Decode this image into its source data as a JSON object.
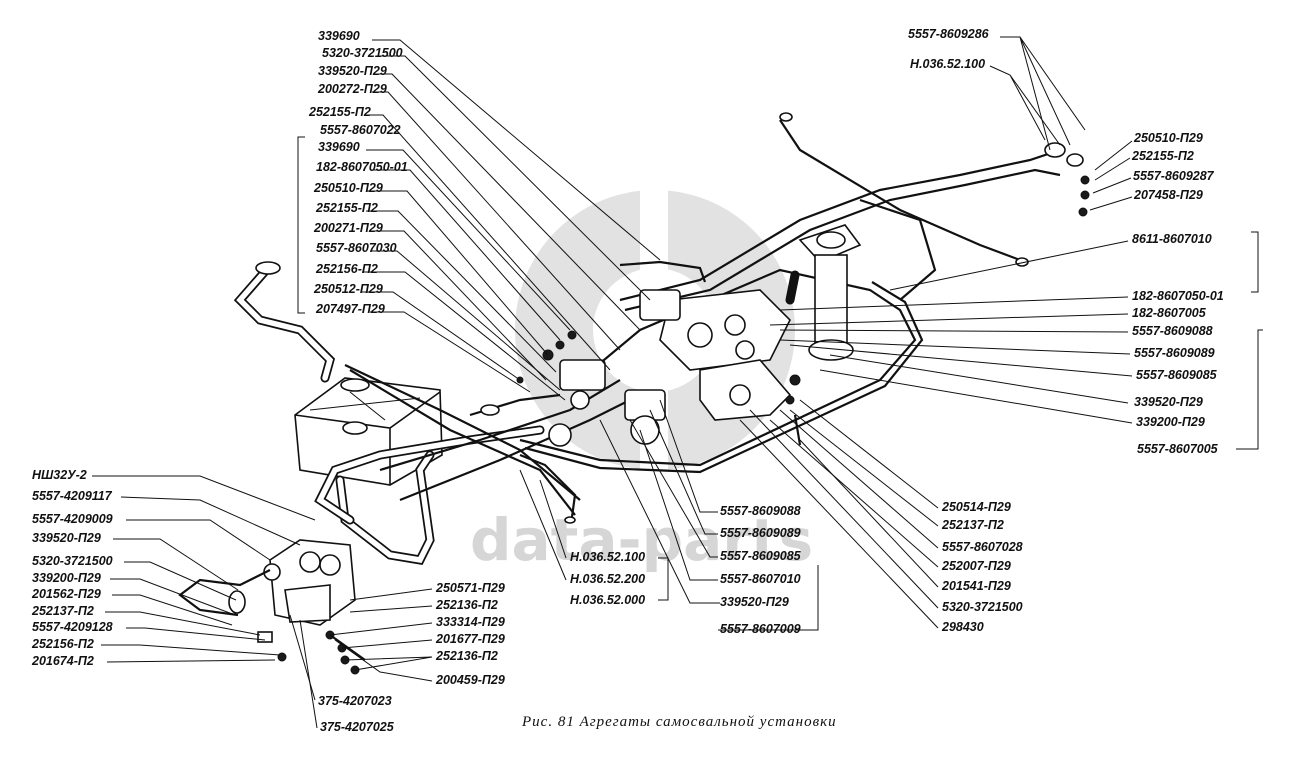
{
  "watermark": "data-parts",
  "caption": "Рис. 81 Агрегаты самосвальной установки",
  "labels_top_left": [
    "339690",
    "5320-3721500",
    "339520-П29",
    "200272-П29",
    "252155-П2",
    "5557-8607022"
  ],
  "labels_left_group": [
    "339690",
    "182-8607050-01",
    "250510-П29",
    "252155-П2",
    "200271-П29",
    "5557-8607030",
    "252156-П2",
    "250512-П29",
    "207497-П29"
  ],
  "labels_top_right": [
    "5557-8609286",
    "Н.036.52.100"
  ],
  "labels_right_small": [
    "250510-П29",
    "252155-П2",
    "5557-8609287",
    "207458-П29"
  ],
  "labels_right": [
    "8611-8607010",
    "182-8607050-01",
    "182-8607005",
    "5557-8609088",
    "5557-8609089",
    "5557-8609085",
    "339520-П29",
    "339200-П29",
    "5557-8607005"
  ],
  "labels_bottom_left": [
    "НШ32У-2",
    "5557-4209117",
    "5557-4209009",
    "339520-П29",
    "5320-3721500",
    "339200-П29",
    "201562-П29",
    "252137-П2",
    "5557-4209128",
    "252156-П2",
    "201674-П2"
  ],
  "labels_bottom_left_b": [
    "375-4207023",
    "375-4207025"
  ],
  "labels_bottom_mid": [
    "250571-П29",
    "252136-П2",
    "333314-П29",
    "201677-П29",
    "252136-П2",
    "200459-П29"
  ],
  "labels_bottom_center": [
    "Н.036.52.100",
    "Н.036.52.200",
    "Н.036.52.000"
  ],
  "labels_bottom_right_col1": [
    "5557-8609088",
    "5557-8609089",
    "5557-8609085",
    "5557-8607010",
    "339520-П29",
    "5557-8607009"
  ],
  "labels_bottom_right_col2": [
    "250514-П29",
    "252137-П2",
    "5557-8607028",
    "252007-П29",
    "201541-П29",
    "5320-3721500",
    "298430"
  ]
}
